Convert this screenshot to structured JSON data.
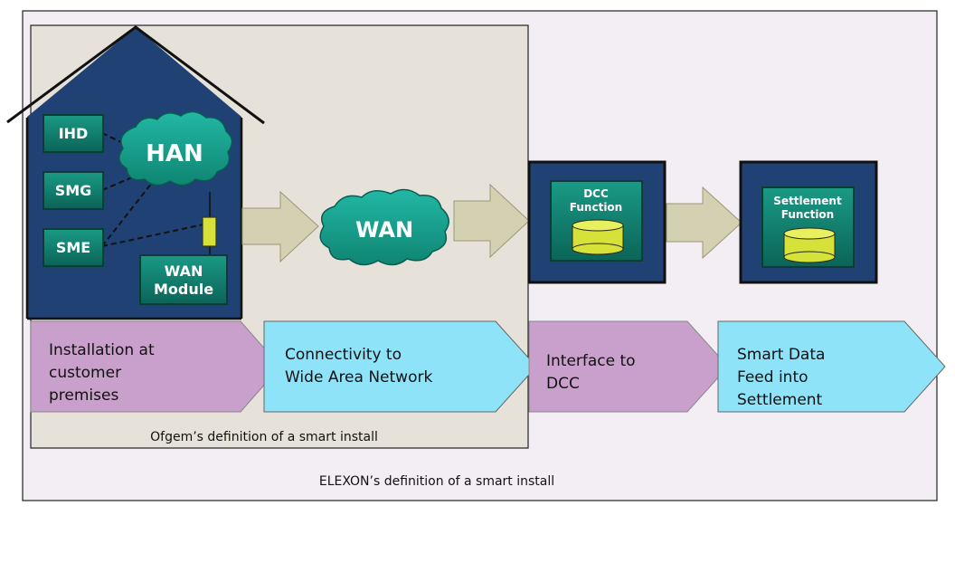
{
  "house": {
    "ihd": "IHD",
    "smg": "SMG",
    "sme": "SME",
    "han": "HAN",
    "wan_module_line1": "WAN",
    "wan_module_line2": "Module"
  },
  "wan_cloud": "WAN",
  "dcc": {
    "line1": "DCC",
    "line2": "Function"
  },
  "settlement": {
    "line1": "Settlement",
    "line2": "Function"
  },
  "stages": [
    {
      "lines": [
        "Installation at",
        "customer",
        "premises"
      ]
    },
    {
      "lines": [
        "Connectivity to",
        "Wide Area Network"
      ]
    },
    {
      "lines": [
        "Interface to",
        "DCC"
      ]
    },
    {
      "lines": [
        "Smart Data",
        "Feed into",
        "Settlement"
      ]
    }
  ],
  "ofgem_caption": "Ofgem’s definition of a smart install",
  "elexon_caption": "ELEXON’s definition of a smart install",
  "colors": {
    "house_blue": "#1f4173",
    "teal": "#0f7f6e",
    "cloud": "#17a190",
    "arrow_fill": "#d4d1b3",
    "pink": "#c9a0cb",
    "cyan": "#8ee3f9",
    "outer_bg": "#f3eef3",
    "inner_bg": "#e7e2d9",
    "cylinder": "#d6e23a"
  }
}
